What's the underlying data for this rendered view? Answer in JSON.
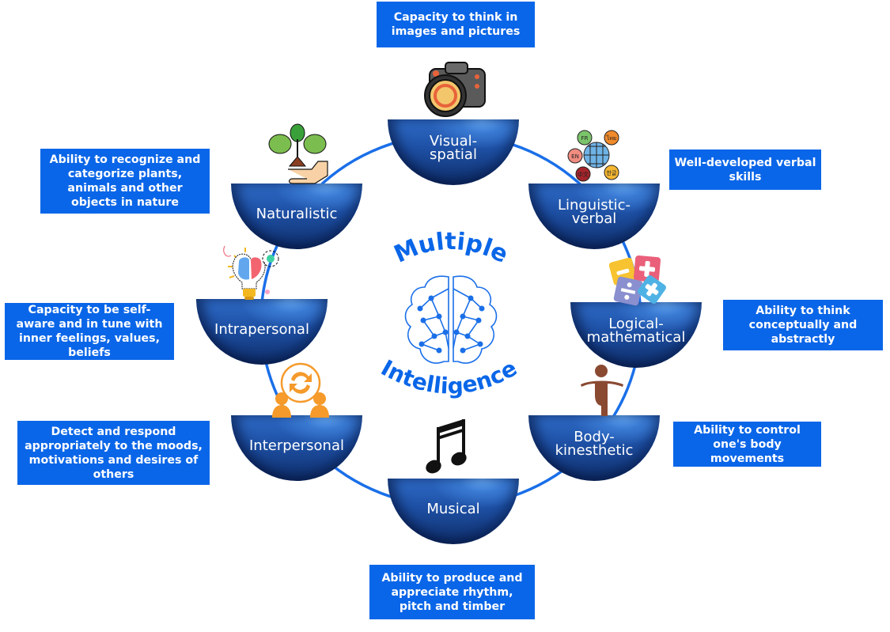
{
  "title": {
    "line1": "Multiple",
    "line2": "Intelligence",
    "center_icon": "brain-network-icon"
  },
  "colors": {
    "accent": "#0a66e8",
    "ring": "#1a6fe8",
    "bowl_dark": "#102f6b",
    "bowl_light": "#5aa8ff",
    "box_text": "#ffffff"
  },
  "intelligences": [
    {
      "id": "visual-spatial",
      "label": "Visual-\nspatial",
      "label_line1": "Visual-",
      "label_line2": "spatial",
      "icon": "camera-icon",
      "description": "Capacity to think in images and pictures"
    },
    {
      "id": "linguistic-verbal",
      "label_line1": "Linguistic-",
      "label_line2": "verbal",
      "icon": "language-globe-icon",
      "icon_tags": [
        "FR",
        "ไทย",
        "EN",
        "中文",
        "한글"
      ],
      "description": "Well-developed verbal skills"
    },
    {
      "id": "logical-mathematical",
      "label_line1": "Logical-",
      "label_line2": "mathematical",
      "icon": "math-operators-icon",
      "description": "Ability to think conceptually and abstractly"
    },
    {
      "id": "body-kinesthetic",
      "label_line1": "Body-",
      "label_line2": "kinesthetic",
      "icon": "balancing-person-icon",
      "description": "Ability to control one's body movements"
    },
    {
      "id": "musical",
      "label_line1": "Musical",
      "label_line2": "",
      "icon": "music-note-icon",
      "description": "Ability to produce and appreciate rhythm, pitch and timber"
    },
    {
      "id": "interpersonal",
      "label_line1": "Interpersonal",
      "label_line2": "",
      "icon": "people-exchange-icon",
      "description": "Detect and respond appropriately to the moods, motivations and desires of others"
    },
    {
      "id": "intrapersonal",
      "label_line1": "Intrapersonal",
      "label_line2": "",
      "icon": "lightbulb-brain-icon",
      "description": "Capacity to be self-aware and in tune with inner feelings, values, beliefs"
    },
    {
      "id": "naturalistic",
      "label_line1": "Naturalistic",
      "label_line2": "",
      "icon": "plant-in-hand-icon",
      "description": "Ability to recognize and categorize plants, animals and other objects in nature"
    }
  ]
}
